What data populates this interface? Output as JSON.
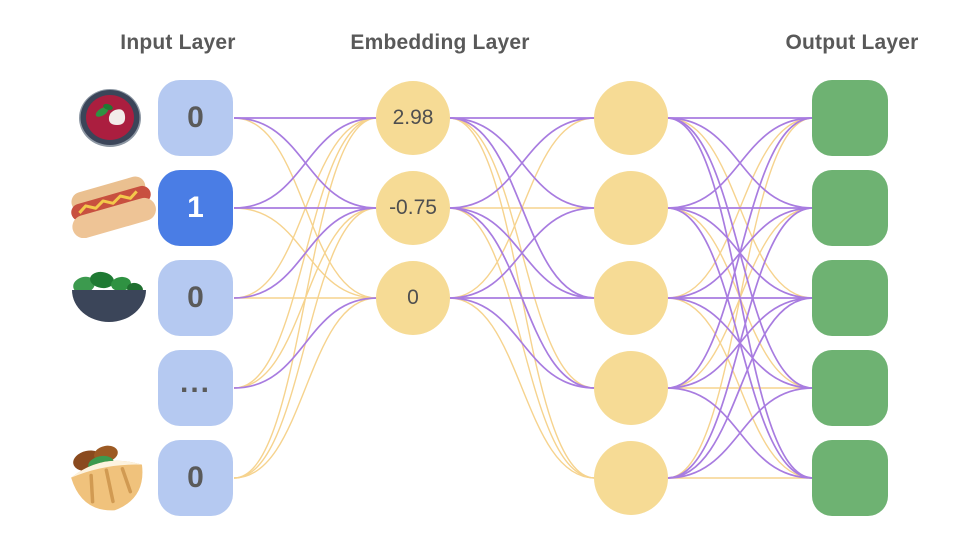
{
  "titles": {
    "input": "Input Layer",
    "embedding": "Embedding Layer",
    "output": "Output Layer"
  },
  "input_layer": {
    "nodes": [
      {
        "value": "0",
        "icon": "borscht-bowl-icon",
        "active": false
      },
      {
        "value": "1",
        "icon": "hot-dog-icon",
        "active": true
      },
      {
        "value": "0",
        "icon": "salad-bowl-icon",
        "active": false
      },
      {
        "value": "...",
        "icon": "",
        "active": false
      },
      {
        "value": "0",
        "icon": "pita-sandwich-icon",
        "active": false
      }
    ]
  },
  "embedding_layer": {
    "nodes": [
      {
        "value": "2.98"
      },
      {
        "value": "-0.75"
      },
      {
        "value": "0"
      }
    ]
  },
  "hidden_layer": {
    "node_count": 5
  },
  "output_layer": {
    "node_count": 5
  },
  "colors": {
    "edge_purple": "#a87ce0",
    "edge_yellow": "#f6d38e",
    "input_node": "#b5c9f1",
    "input_node_active": "#4a7de5",
    "embedding_node": "#f6db95",
    "output_node": "#6eb272",
    "text_dark": "#5a5a5a",
    "title_text": "#595959"
  },
  "edges": {
    "input_to_embedding": [
      [
        "p",
        "p",
        "y"
      ],
      [
        "p",
        "p",
        "y"
      ],
      [
        "y",
        "p",
        "y"
      ],
      [
        "y",
        "y",
        "p"
      ],
      [
        "y",
        "y",
        "y"
      ]
    ],
    "embedding_to_hidden": [
      [
        "p",
        "p",
        "p",
        "y",
        "y"
      ],
      [
        "p",
        "y",
        "p",
        "p",
        "y"
      ],
      [
        "y",
        "p",
        "p",
        "p",
        "y"
      ]
    ],
    "hidden_to_output": [
      [
        "p",
        "p",
        "y",
        "p",
        "p"
      ],
      [
        "p",
        "p",
        "p",
        "y",
        "p"
      ],
      [
        "y",
        "p",
        "p",
        "p",
        "y"
      ],
      [
        "p",
        "y",
        "p",
        "y",
        "p"
      ],
      [
        "y",
        "p",
        "p",
        "p",
        "y"
      ]
    ]
  }
}
